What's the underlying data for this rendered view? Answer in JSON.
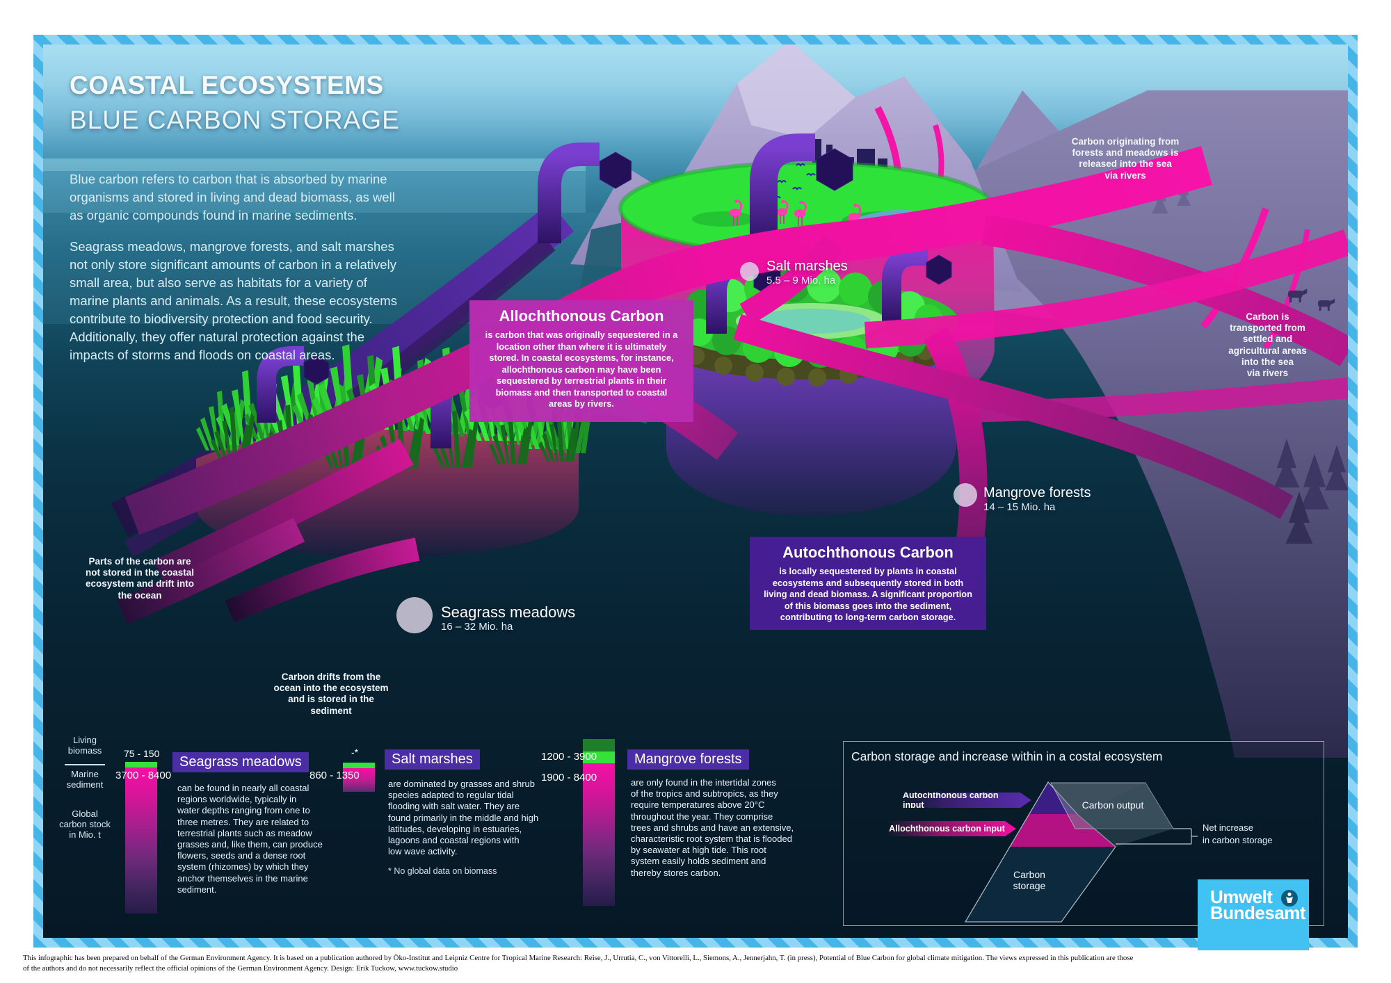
{
  "header": {
    "title_line1": "COASTAL ECOSYSTEMS",
    "title_line2": "BLUE CARBON STORAGE",
    "intro_p1": "Blue carbon refers to carbon that is absorbed by marine\norganisms and stored in living and dead biomass, as well\nas organic compounds found in marine sediments.",
    "intro_p2": "Seagrass meadows, mangrove forests, and salt marshes\nnot only store significant amounts of carbon in a relatively\nsmall area, but also serve as habitats for a variety of\nmarine plants and animals. As a result, these ecosystems\ncontribute to biodiversity protection and food security.\nAdditionally, they offer natural protection against the\nimpacts of storms and floods on coastal areas."
  },
  "callouts": {
    "allochthonous": {
      "title": "Allochthonous Carbon",
      "body": "is carbon that was originally sequestered in a\nlocation other than where it is ultimately\nstored. In coastal ecosystems, for instance,\nallochthonous carbon may have been\nsequestered by terrestrial plants in their\nbiomass and then transported to coastal\nareas by rivers."
    },
    "autochthonous": {
      "title": "Autochthonous Carbon",
      "body": "is locally sequestered by plants in coastal\necosystems and subsequently stored in both\nliving and dead biomass. A significant proportion\nof this biomass goes into the sediment,\ncontributing to long-term carbon storage."
    }
  },
  "labels": {
    "salt": {
      "name": "Salt marshes",
      "area": "5.5 – 9 Mio. ha"
    },
    "mangrove": {
      "name": "Mangrove forests",
      "area": "14 – 15 Mio. ha"
    },
    "seagrass": {
      "name": "Seagrass meadows",
      "area": "16 – 32 Mio. ha"
    }
  },
  "annotations": {
    "rivers_forest": "Carbon originating from\nforests and meadows is\nreleased into the sea\nvia rivers",
    "rivers_settled": "Carbon is\ntransported from\nsettled and\nagricultural areas\ninto the sea\nvia rivers",
    "drift_out": "Parts of the carbon are\nnot stored in the coastal\necosystem and drift into\nthe ocean",
    "drift_in": "Carbon drifts from the\nocean into the ecosystem\nand is stored in the\nsediment"
  },
  "legend": {
    "living_biomass": "Living\nbiomass",
    "marine_sediment": "Marine\nsediment",
    "global_stock": "Global\ncarbon stock\nin Mio. t"
  },
  "species": [
    {
      "name": "Seagrass meadows",
      "biomass": "75 - 150",
      "sediment": "3700 - 8400",
      "description": "can be found in nearly all coastal\nregions worldwide, typically in\nwater depths ranging from one to\nthree metres. They are related to\nterrestrial plants such as meadow\ngrasses and, like them, can produce\nflowers, seeds and a dense root\nsystem (rhizomes) by which they\nanchor themselves in the marine\nsediment."
    },
    {
      "name": "Salt marshes",
      "biomass": "-*",
      "sediment": "860 - 1350",
      "description": "are dominated by grasses and shrub\nspecies adapted to regular tidal\nflooding with salt water. They are\nfound primarily in the middle and high\nlatitudes, developing in estuaries,\nlagoons and coastal regions with\nlow wave activity.",
      "footnote": "* No global data on biomass"
    },
    {
      "name": "Mangrove forests",
      "biomass": "1200 - 3900",
      "sediment": "1900 - 8400",
      "description": "are only found in the intertidal zones\nof the tropics and subtropics, as they\nrequire temperatures above 20°C\nthroughout the year. They comprise\ntrees and shrubs and have an extensive,\ncharacteristic root system that is flooded\nby seawater at high tide. This root\nsystem easily holds sediment and\nthereby stores carbon."
    }
  ],
  "diagram": {
    "title": "Carbon storage and increase within in a costal ecosystem",
    "autochthonous_input": "Autochthonous carbon input",
    "allochthonous_input": "Allochthonous carbon input",
    "carbon_output": "Carbon output",
    "carbon_storage": "Carbon\nstorage",
    "net_increase": "Net increase\nin carbon storage"
  },
  "logo": {
    "line1": "Umwelt",
    "line2": "Bundesamt"
  },
  "footer": {
    "line1": "This infographic has been prepared on behalf of the German Environment Agency. It is based on a publication authored by Öko-Institut and Leipniz Centre for Tropical Marine Research: Reise, J., Urrutia, C., von Vittorelli, L., Siemons, A., Jennerjahn, T. (in press), Potential of Blue Carbon for global climate mitigation. The views expressed in this publication are those",
    "line2": "of the authors and do not necessarily reflect the official opinions of the German Environment Agency. Design: Erik Tuckow, www.tuckow.studio"
  },
  "colors": {
    "accent_pink": "#ee10a0",
    "accent_purple": "#481e96",
    "accent_green": "#35e13b",
    "frame_blue": "#45b5e8",
    "chip_purple": "#4b2da6",
    "logo_blue": "#41c2f3"
  }
}
